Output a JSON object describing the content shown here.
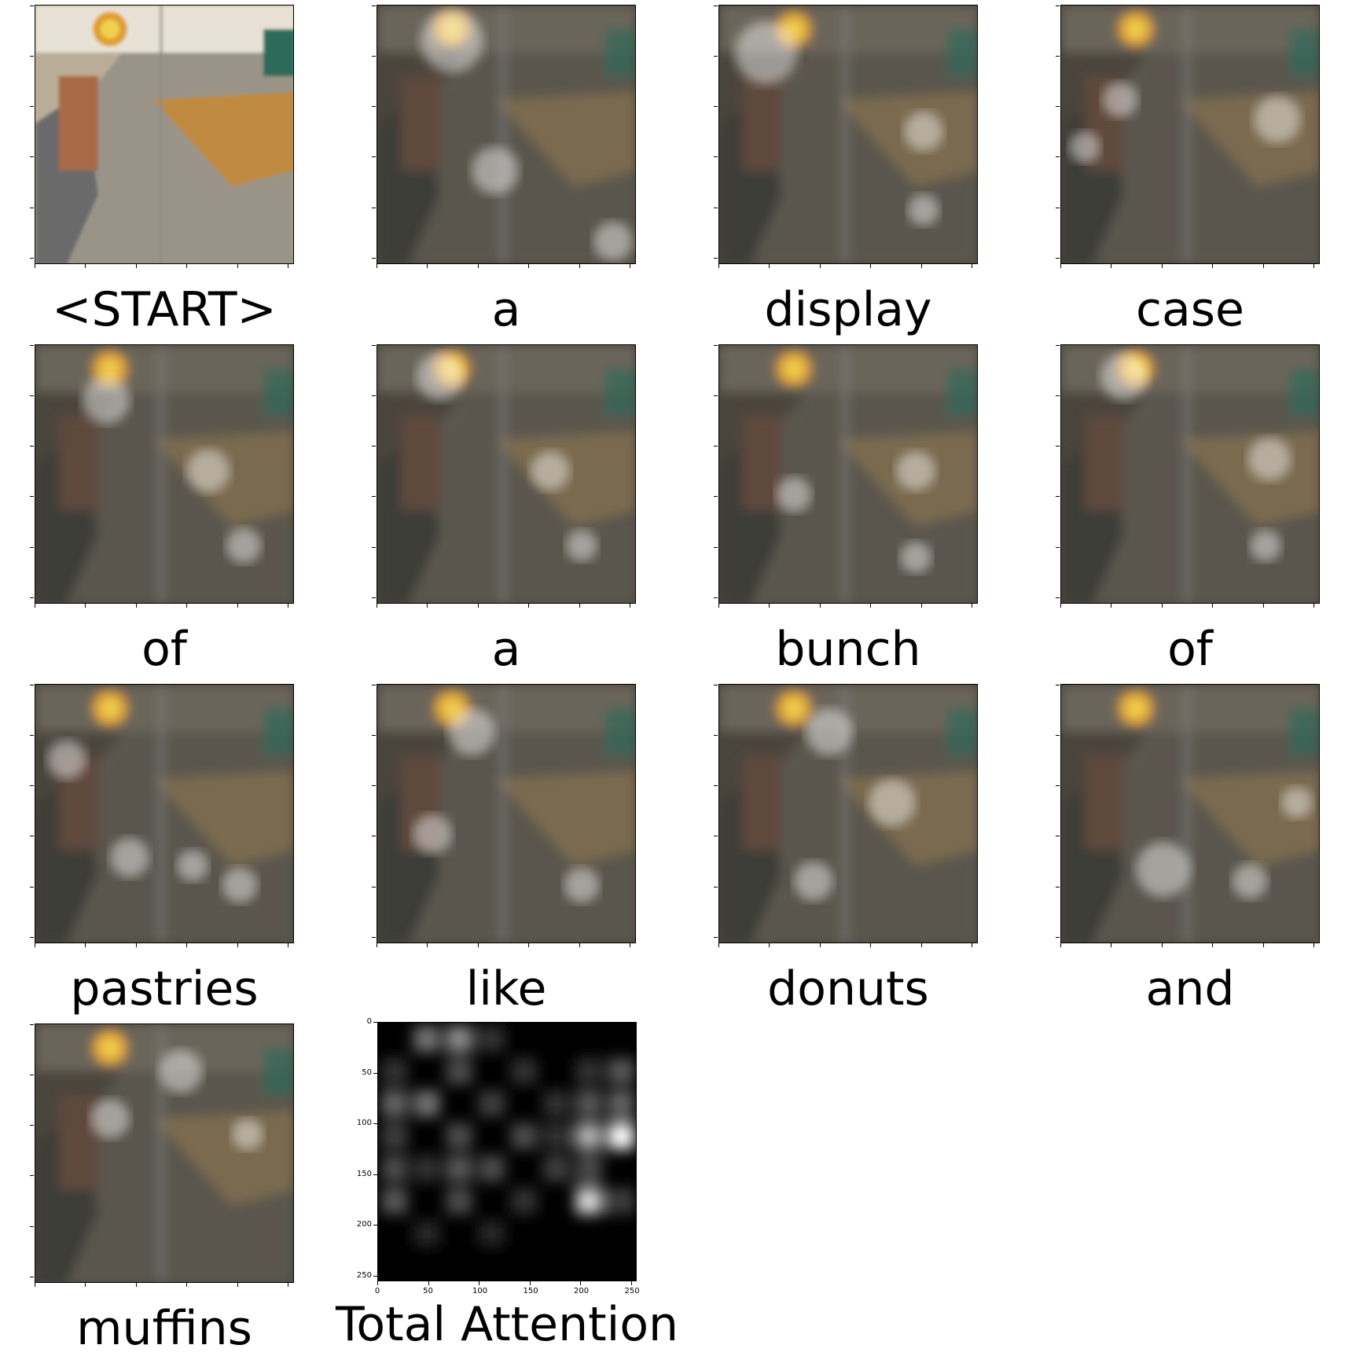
{
  "words": [
    "<START>",
    "a",
    "display",
    "case",
    "of",
    "a",
    "bunch",
    "of",
    "pastries",
    "like",
    "donuts",
    "and",
    "muffins"
  ],
  "total_panel": {
    "title": "Total Attention",
    "x_ticks": [
      "0",
      "50",
      "100",
      "150",
      "200",
      "250"
    ],
    "y_ticks": [
      "0",
      "50",
      "100",
      "150",
      "200",
      "250"
    ]
  }
}
